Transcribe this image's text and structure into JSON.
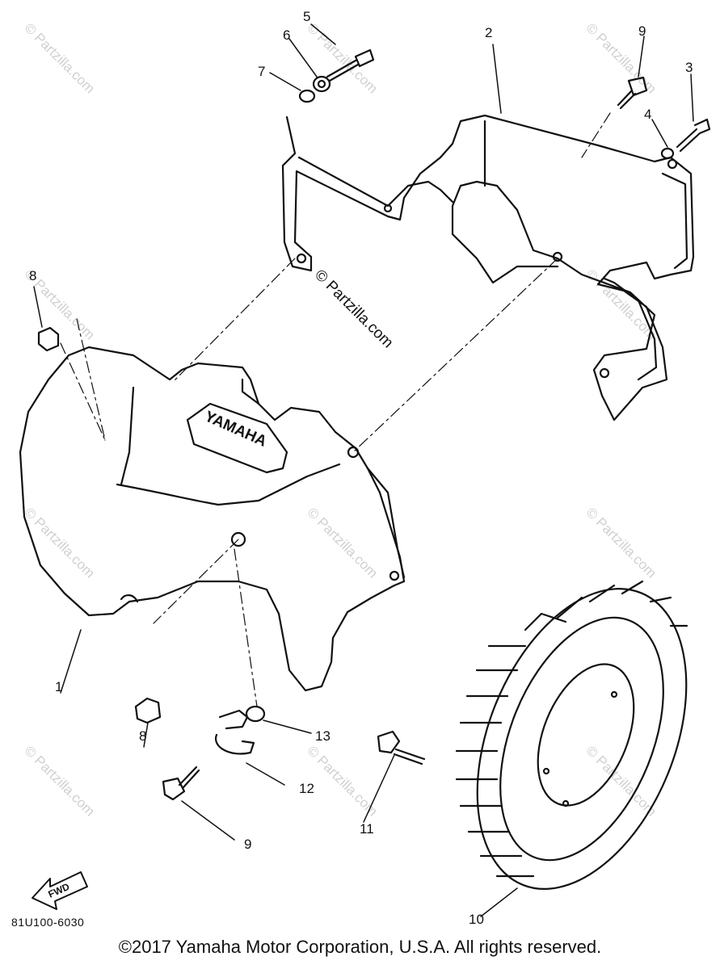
{
  "watermarks": {
    "site": "© Partzilla.com"
  },
  "callouts": [
    {
      "id": "c1",
      "text": "1"
    },
    {
      "id": "c2",
      "text": "2"
    },
    {
      "id": "c3",
      "text": "3"
    },
    {
      "id": "c4",
      "text": "4"
    },
    {
      "id": "c5",
      "text": "5"
    },
    {
      "id": "c6",
      "text": "6"
    },
    {
      "id": "c7",
      "text": "7"
    },
    {
      "id": "c8a",
      "text": "8"
    },
    {
      "id": "c8b",
      "text": "8"
    },
    {
      "id": "c9a",
      "text": "9"
    },
    {
      "id": "c9b",
      "text": "9"
    },
    {
      "id": "c10",
      "text": "10"
    },
    {
      "id": "c11",
      "text": "11"
    },
    {
      "id": "c12",
      "text": "12"
    },
    {
      "id": "c13",
      "text": "13"
    }
  ],
  "cover_logo": "YAMAHA",
  "fwd_label": "FWD",
  "part_code": "81U100-6030",
  "copyright": "©2017  Yamaha Motor Corporation, U.S.A. All rights reserved."
}
